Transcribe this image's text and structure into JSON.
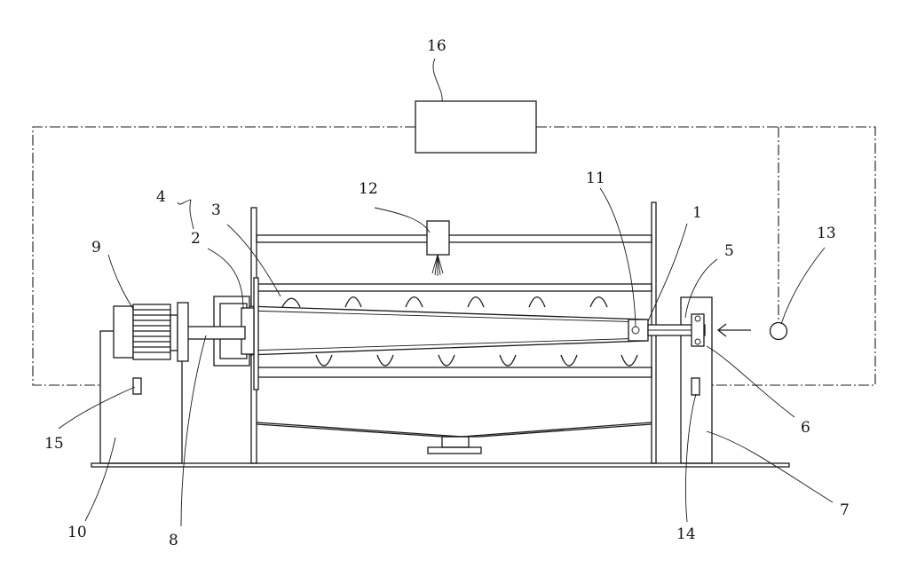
{
  "figure": {
    "labels": {
      "l1": "1",
      "l2": "2",
      "l3": "3",
      "l4": "4",
      "l5": "5",
      "l6": "6",
      "l7": "7",
      "l8": "8",
      "l9": "9",
      "l10": "10",
      "l11": "11",
      "l12": "12",
      "l13": "13",
      "l14": "14",
      "l15": "15",
      "l16": "16"
    }
  }
}
